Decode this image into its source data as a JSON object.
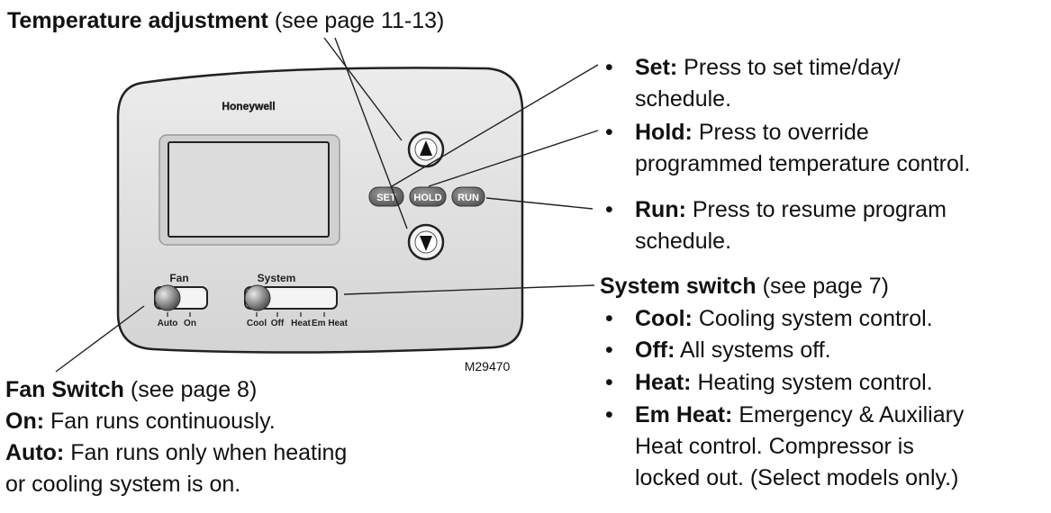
{
  "temp_adjust": {
    "title": "Temperature adjustment",
    "ref": " (see page 11-13)"
  },
  "set": {
    "label": "Set:",
    "line1": " Press to set time/day/",
    "line2": "schedule."
  },
  "hold": {
    "label": "Hold:",
    "line1": " Press to override",
    "line2": "programmed temperature control."
  },
  "run": {
    "label": "Run:",
    "line1": " Press to resume program",
    "line2": "schedule."
  },
  "system_switch": {
    "title": "System switch",
    "ref": " (see page 7)",
    "cool": {
      "label": "Cool:",
      "text": " Cooling system control."
    },
    "off": {
      "label": "Off:",
      "text": " All systems off."
    },
    "heat": {
      "label": "Heat:",
      "text": " Heating system control."
    },
    "em_heat": {
      "label": "Em Heat:",
      "line1": " Emergency & Auxiliary",
      "line2": "Heat control. Compressor is",
      "line3": "locked out. (Select models only.)"
    }
  },
  "fan_switch": {
    "title": "Fan Switch",
    "ref": " (see page 8)",
    "on": {
      "label": "On:",
      "text": " Fan runs continuously."
    },
    "auto": {
      "label": "Auto:",
      "line1": " Fan runs only when heating",
      "line2": "or cooling system is on."
    }
  },
  "device": {
    "brand": "Honeywell",
    "buttons": {
      "set": "SET",
      "hold": "HOLD",
      "run": "RUN"
    },
    "fan": {
      "label": "Fan",
      "positions": [
        "Auto",
        "On"
      ]
    },
    "system": {
      "label": "System",
      "positions": [
        "Cool",
        "Off",
        "Heat",
        "Em Heat"
      ]
    },
    "model": "M29470"
  },
  "bullet_char": "•"
}
